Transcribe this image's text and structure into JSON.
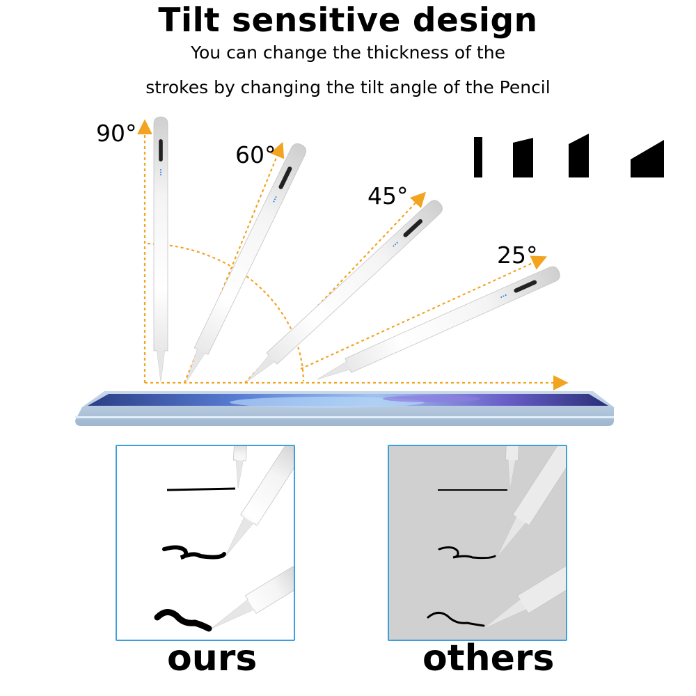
{
  "header": {
    "title": "Tilt sensitive design",
    "subtitle_line1": "You can change the thickness of the",
    "subtitle_line2": "strokes by changing the tilt angle of the Pencil"
  },
  "angles": [
    "90°",
    "60°",
    "45°",
    "25°"
  ],
  "colors": {
    "accent_orange": "#f2a31f",
    "panel_border": "#3ca0de",
    "others_background": "#d0d0d0"
  },
  "comparison": {
    "ours_label": "ours",
    "others_label": "others"
  }
}
